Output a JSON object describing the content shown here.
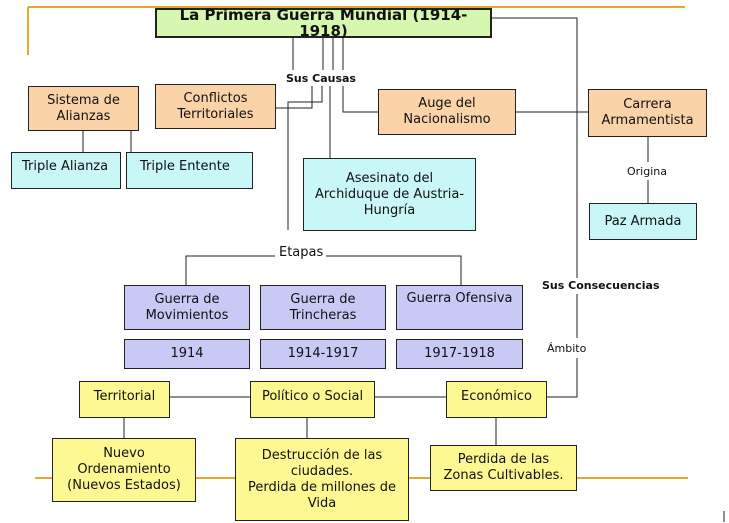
{
  "colors": {
    "title_bg": "#d5f7b0",
    "cause_bg": "#fbd3a9",
    "alliance_bg": "#c9f6f7",
    "stage_bg": "#c8c9f5",
    "consequence_bg": "#fdf892",
    "frame_line": "#e3a92b"
  },
  "title": "La Primera Guerra Mundial (1914-1918)",
  "causes": {
    "label": "Sus Causas",
    "sistema": "Sistema de\nAlianzas",
    "triple_alianza": "Triple Alianza",
    "triple_entente": "Triple Entente",
    "conflictos": "Conflictos\nTerritoriales",
    "asesinato": "Asesinato del\nArchiduque de Austria-\nHungría",
    "nacionalismo": "Auge del\nNacionalismo",
    "carrera": "Carrera\nArmamentista",
    "origina": "Origina",
    "paz_armada": "Paz Armada"
  },
  "stages": {
    "label": "Etapas",
    "items": [
      {
        "name": "Guerra de\nMovimientos",
        "years": "1914"
      },
      {
        "name": "Guerra de\nTrincheras",
        "years": "1914-1917"
      },
      {
        "name": "Guerra Ofensiva",
        "years": "1917-1918"
      }
    ]
  },
  "consequences": {
    "label": "Sus Consecuencias",
    "ambito": "Ámbito",
    "areas": [
      {
        "name": "Territorial",
        "detail": "Nuevo\nOrdenamiento\n(Nuevos Estados)"
      },
      {
        "name": "Político o Social",
        "detail": "Destrucción de las\nciudades.\nPerdida de millones de\nVida"
      },
      {
        "name": "Económico",
        "detail": "Perdida de las\nZonas Cultivables."
      }
    ]
  }
}
